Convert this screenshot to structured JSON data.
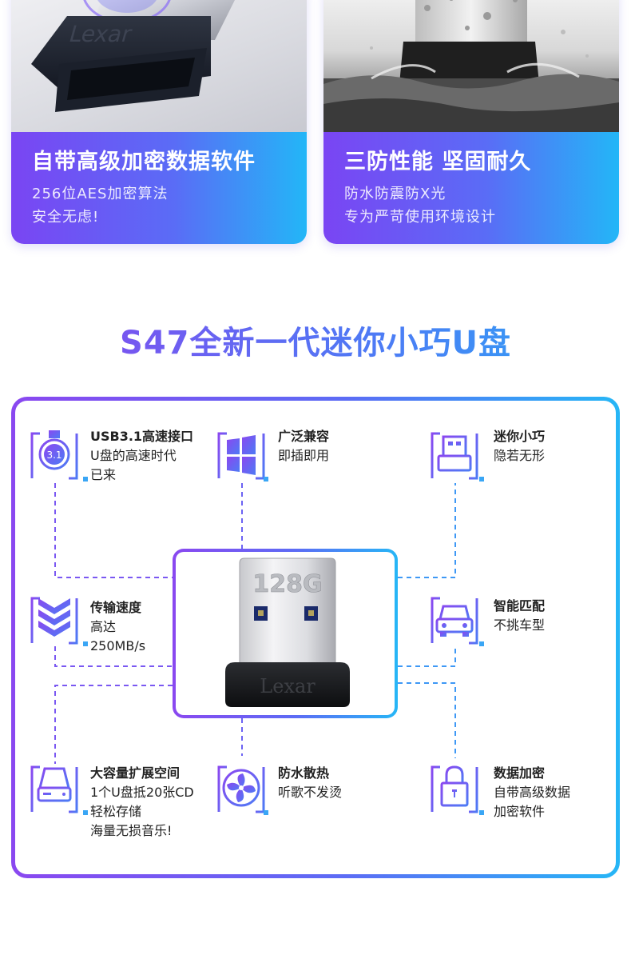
{
  "cards": [
    {
      "title": "自带高级加密数据软件",
      "line1": "256位AES加密算法",
      "line2": "安全无虑!"
    },
    {
      "title": "三防性能 坚固耐久",
      "line1": "防水防震防X光",
      "line2": "专为严苛使用环境设计"
    }
  ],
  "heading": "S47全新一代迷你小巧U盘",
  "product": {
    "capacity": "128G",
    "brand": "Lexar"
  },
  "features": [
    {
      "title": "USB3.1高速接口",
      "lines": [
        "U盘的高速时代",
        "已来"
      ],
      "icon": "usb31-icon"
    },
    {
      "title": "广泛兼容",
      "lines": [
        "即插即用"
      ],
      "icon": "windows-icon"
    },
    {
      "title": "迷你小巧",
      "lines": [
        "隐若无形"
      ],
      "icon": "mini-usb-icon"
    },
    {
      "title": "传输速度",
      "lines": [
        "高达",
        "250MB/s"
      ],
      "icon": "speed-chevrons-icon"
    },
    {
      "title": "智能匹配",
      "lines": [
        "不挑车型"
      ],
      "icon": "car-icon"
    },
    {
      "title": "大容量扩展空间",
      "lines": [
        "1个U盘抵20张CD",
        "轻松存储",
        "海量无损音乐!"
      ],
      "icon": "hard-drive-icon"
    },
    {
      "title": "防水散热",
      "lines": [
        "听歌不发烫"
      ],
      "icon": "fan-icon"
    },
    {
      "title": "数据加密",
      "lines": [
        "自带高级数据",
        "加密软件"
      ],
      "icon": "lock-icon"
    }
  ],
  "usb31_badge": "3.1",
  "colors": {
    "purple": "#8a48f0",
    "blue": "#26b6f6",
    "mid": "#5c6cf5"
  }
}
